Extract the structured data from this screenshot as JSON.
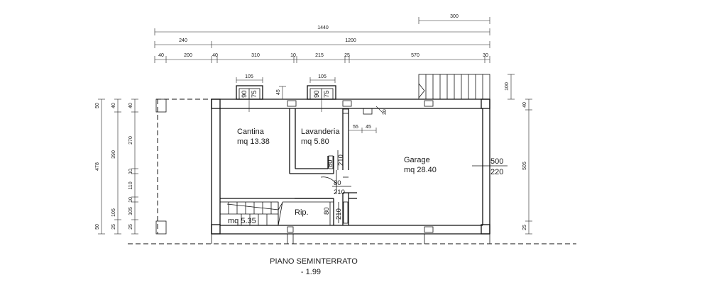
{
  "plan": {
    "title": "PIANO SEMINTERRATO",
    "level": "- 1.99"
  },
  "dimensions_top": {
    "d300": "300",
    "d1440": "1440",
    "d240": "240",
    "d1200": "1200",
    "chain": [
      "40",
      "200",
      "40",
      "310",
      "10",
      "215",
      "25",
      "570",
      "30"
    ]
  },
  "dimensions_left": {
    "outer": "478",
    "mid_top": "50",
    "mid_bottom": "50",
    "inner": "390",
    "col_a": [
      "40",
      "270",
      "10",
      "110",
      "10",
      "105",
      "25"
    ],
    "col_b": [
      "105"
    ],
    "col_c": [
      "40",
      "10",
      "10",
      "10",
      "25"
    ]
  },
  "dimensions_right": {
    "d100": "100",
    "d40": "40",
    "d505": "505",
    "d25": "25"
  },
  "windows": {
    "w1_width": "105",
    "w1_sill": "90",
    "w1_height": "75",
    "w1_side": "45",
    "w2_width": "105",
    "w2_sill": "90",
    "w2_height": "75"
  },
  "rooms": {
    "cantina_name": "Cantina",
    "cantina_area": "mq 13.38",
    "lavanderia_name": "Lavanderia",
    "lavanderia_area": "mq 5.80",
    "garage_name": "Garage",
    "garage_area": "mq 28.40",
    "rip_name": "Rip.",
    "stair_area": "mq 5.35"
  },
  "doors": {
    "d1_w": "80",
    "d1_h": "210",
    "d2_w": "80",
    "d2_h": "210",
    "d3_w": "80",
    "d3_h": "210",
    "small_a": "55",
    "small_b": "45",
    "small_c": "30"
  },
  "garage_door": {
    "width": "500",
    "height": "220"
  }
}
